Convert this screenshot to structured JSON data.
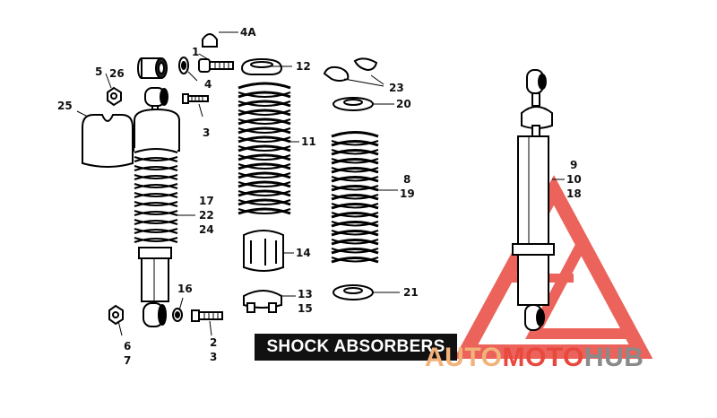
{
  "title": "SHOCK ABSORBERS",
  "colors": {
    "watermark_orange": "#f2b27a",
    "watermark_red": "#e8483e",
    "watermark_gray": "#8a8a8a",
    "ink": "#111111"
  },
  "watermark": {
    "part1": "AUTO",
    "part2": "MOTO",
    "part3": "HUB"
  },
  "callouts": {
    "c4a": "4A",
    "c1": "1",
    "c5": "5",
    "c26": "26",
    "c4": "4",
    "c12": "12",
    "c23": "23",
    "c25": "25",
    "c3a": "3",
    "c11": "11",
    "c20": "20",
    "c9": "9",
    "c10": "10",
    "c18": "18",
    "c8": "8",
    "c19": "19",
    "c17": "17",
    "c22": "22",
    "c24": "24",
    "c14": "14",
    "c16": "16",
    "c13": "13",
    "c15": "15",
    "c21": "21",
    "c6": "6",
    "c7": "7",
    "c2": "2",
    "c3b": "3"
  }
}
